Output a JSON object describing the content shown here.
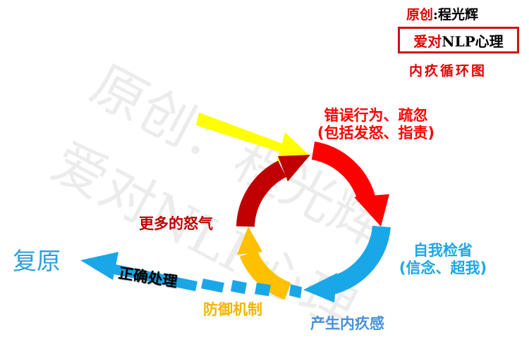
{
  "credits": {
    "line1_red": "原创",
    "line1_sep": ":",
    "line1_black": "程光辉",
    "box_red": "爱对",
    "box_black": "NLP心理",
    "line3": "内疚循环图"
  },
  "watermark": {
    "line1": "原创：程光辉",
    "line2": "爱对NLP心理"
  },
  "nodes": {
    "wrong_behavior_line1": "错误行为、疏忽",
    "wrong_behavior_line2": "(包括发怒、指责)",
    "self_reflect_line1": "自我检省",
    "self_reflect_line2": "(信念、超我)",
    "guilt": "产生内疚感",
    "defense": "防御机制",
    "more_anger": "更多的怒气",
    "recover": "复原",
    "correct_handling": "正确处理"
  },
  "colors": {
    "red": "#ff0000",
    "dark_red": "#c00000",
    "blue": "#1aa7e8",
    "yellow_orange": "#ffc000",
    "yellow": "#ffff00",
    "guilt_text": "#4a90d9",
    "recover_text": "#2aa0e0",
    "defense_text": "#f5b400"
  }
}
